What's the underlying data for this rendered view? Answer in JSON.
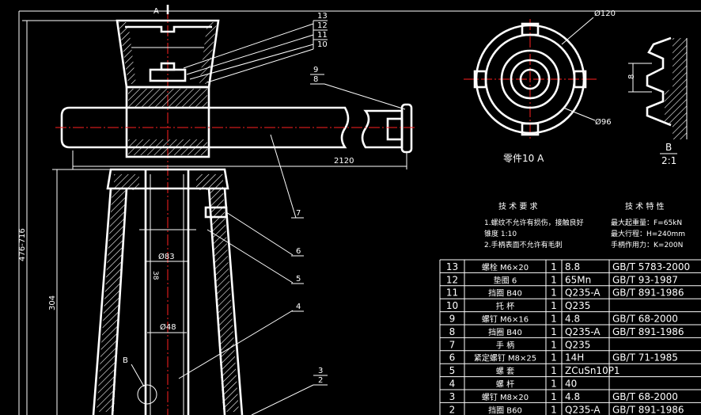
{
  "balloons": [
    "13",
    "12",
    "11",
    "10",
    "9",
    "8",
    "7",
    "6",
    "5",
    "4",
    "3",
    "2"
  ],
  "view_marker": "A",
  "section_marker": "B",
  "dimensions": {
    "total_height": "476-716",
    "lower_height": "304",
    "handle_length": "2120",
    "bore_dia_upper": "Ø83",
    "bore_dia_lower": "Ø48",
    "bore_note": "38",
    "outer_dia": "Ø120",
    "inner_dia": "Ø96",
    "pitch": "8"
  },
  "part10_label": "零件10 A",
  "section_label_top": "B",
  "section_label_bottom": "2:1",
  "tech_requirements": {
    "title": "技 术 要 求",
    "lines": [
      "1.螺纹不允许有损伤，接触良好",
      "锥度 1:10",
      "2.手柄表面不允许有毛刺"
    ]
  },
  "tech_specs": {
    "title": "技 术 特 性",
    "lines": [
      "最大起重量：F=65kN",
      "最大行程：H=240mm",
      "手柄作用力：K=200N"
    ]
  },
  "parts_table": [
    {
      "no": "13",
      "name": "螺栓 M6×20",
      "qty": "1",
      "mat": "8.8",
      "std": "GB/T 5783-2000"
    },
    {
      "no": "12",
      "name": "垫圈 6",
      "qty": "1",
      "mat": "65Mn",
      "std": "GB/T 93-1987"
    },
    {
      "no": "11",
      "name": "挡圈 B40",
      "qty": "1",
      "mat": "Q235-A",
      "std": "GB/T 891-1986"
    },
    {
      "no": "10",
      "name": "托 杯",
      "qty": "1",
      "mat": "Q235",
      "std": ""
    },
    {
      "no": "9",
      "name": "螺钉 M6×16",
      "qty": "1",
      "mat": "4.8",
      "std": "GB/T 68-2000"
    },
    {
      "no": "8",
      "name": "挡圈 B40",
      "qty": "1",
      "mat": "Q235-A",
      "std": "GB/T 891-1986"
    },
    {
      "no": "7",
      "name": "手 柄",
      "qty": "1",
      "mat": "Q235",
      "std": ""
    },
    {
      "no": "6",
      "name": "紧定螺钉 M8×25",
      "qty": "1",
      "mat": "14H",
      "std": "GB/T 71-1985"
    },
    {
      "no": "5",
      "name": "螺 套",
      "qty": "1",
      "mat": "ZCuSn10P1",
      "std": ""
    },
    {
      "no": "4",
      "name": "螺 杆",
      "qty": "1",
      "mat": "40",
      "std": ""
    },
    {
      "no": "3",
      "name": "螺钉 M8×20",
      "qty": "1",
      "mat": "4.8",
      "std": "GB/T 68-2000"
    },
    {
      "no": "2",
      "name": "挡圈 B60",
      "qty": "1",
      "mat": "Q235-A",
      "std": "GB/T 891-1986"
    }
  ]
}
